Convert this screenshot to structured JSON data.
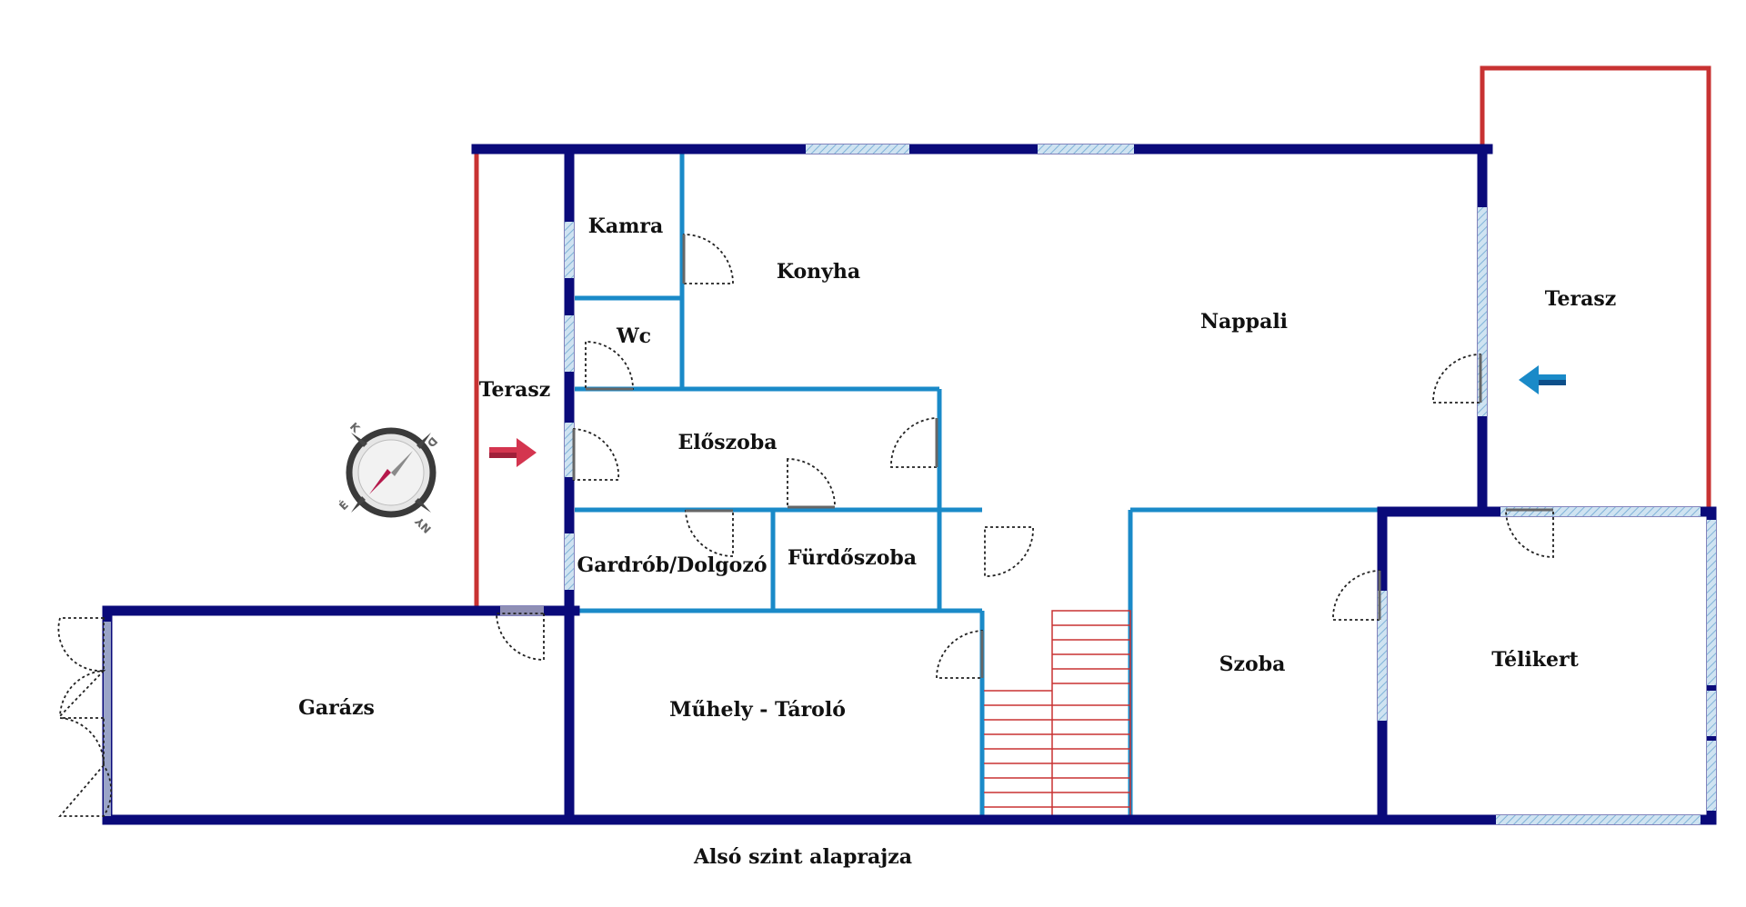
{
  "rooms": {
    "kamra": "Kamra",
    "konyha": "Konyha",
    "wc": "Wc",
    "nappali": "Nappali",
    "terasz_left": "Terasz",
    "terasz_right": "Terasz",
    "eloszoba": "Előszoba",
    "gardrob": "Gardrób/Dolgozó",
    "furdoszoba": "Fürdőszoba",
    "garazs": "Garázs",
    "muhely": "Műhely - Tároló",
    "szoba": "Szoba",
    "telikert": "Télikert"
  },
  "caption": "Alsó szint alaprajza",
  "compass": {
    "letters": [
      "É",
      "K",
      "D",
      "NY"
    ]
  },
  "colors": {
    "outer_wall": "#0a0a7a",
    "inner_wall": "#1a8ac8",
    "terrace_edge": "#c83232",
    "stairs": "#c83232",
    "window": "#a9cbe3",
    "arrow_entry": "#d4354f",
    "arrow_entry2": "#1a6fb5"
  }
}
